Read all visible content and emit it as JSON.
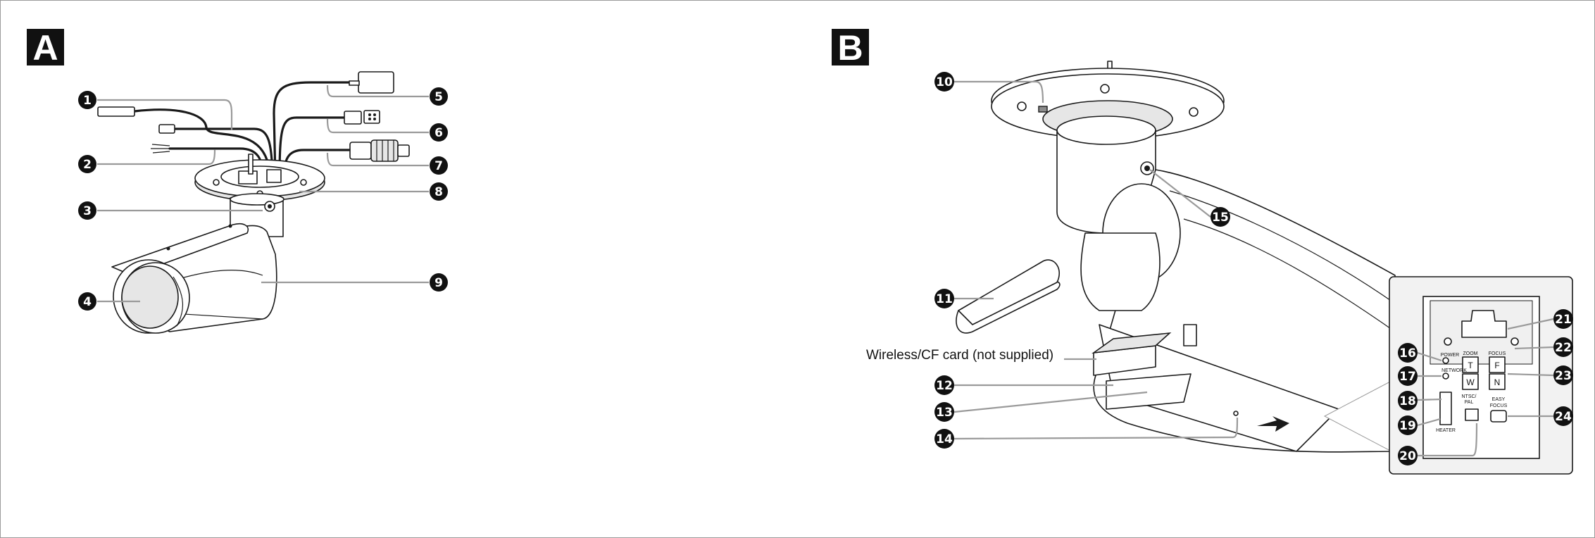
{
  "panels": [
    {
      "letter": "A"
    },
    {
      "letter": "B"
    }
  ],
  "callouts_a": [
    "1",
    "2",
    "3",
    "4",
    "5",
    "6",
    "7",
    "8",
    "9"
  ],
  "callouts_b": [
    "10",
    "11",
    "12",
    "13",
    "14",
    "15",
    "16",
    "17",
    "18",
    "19",
    "20",
    "21",
    "22",
    "23",
    "24"
  ],
  "caption_wireless": "Wireless/CF card (not supplied)",
  "inset_labels": {
    "power": "POWER",
    "network": "NETWORK",
    "ntsc_pal": "NTSC/\nPAL",
    "ntsc": "NTSC/",
    "pal": "PAL",
    "heater": "HEATER",
    "zoom": "ZOOM",
    "focus": "FOCUS",
    "easy": "EASY",
    "easy_focus": "FOCUS",
    "btn_t": "T",
    "btn_w": "W",
    "btn_f": "F",
    "btn_n": "N"
  }
}
